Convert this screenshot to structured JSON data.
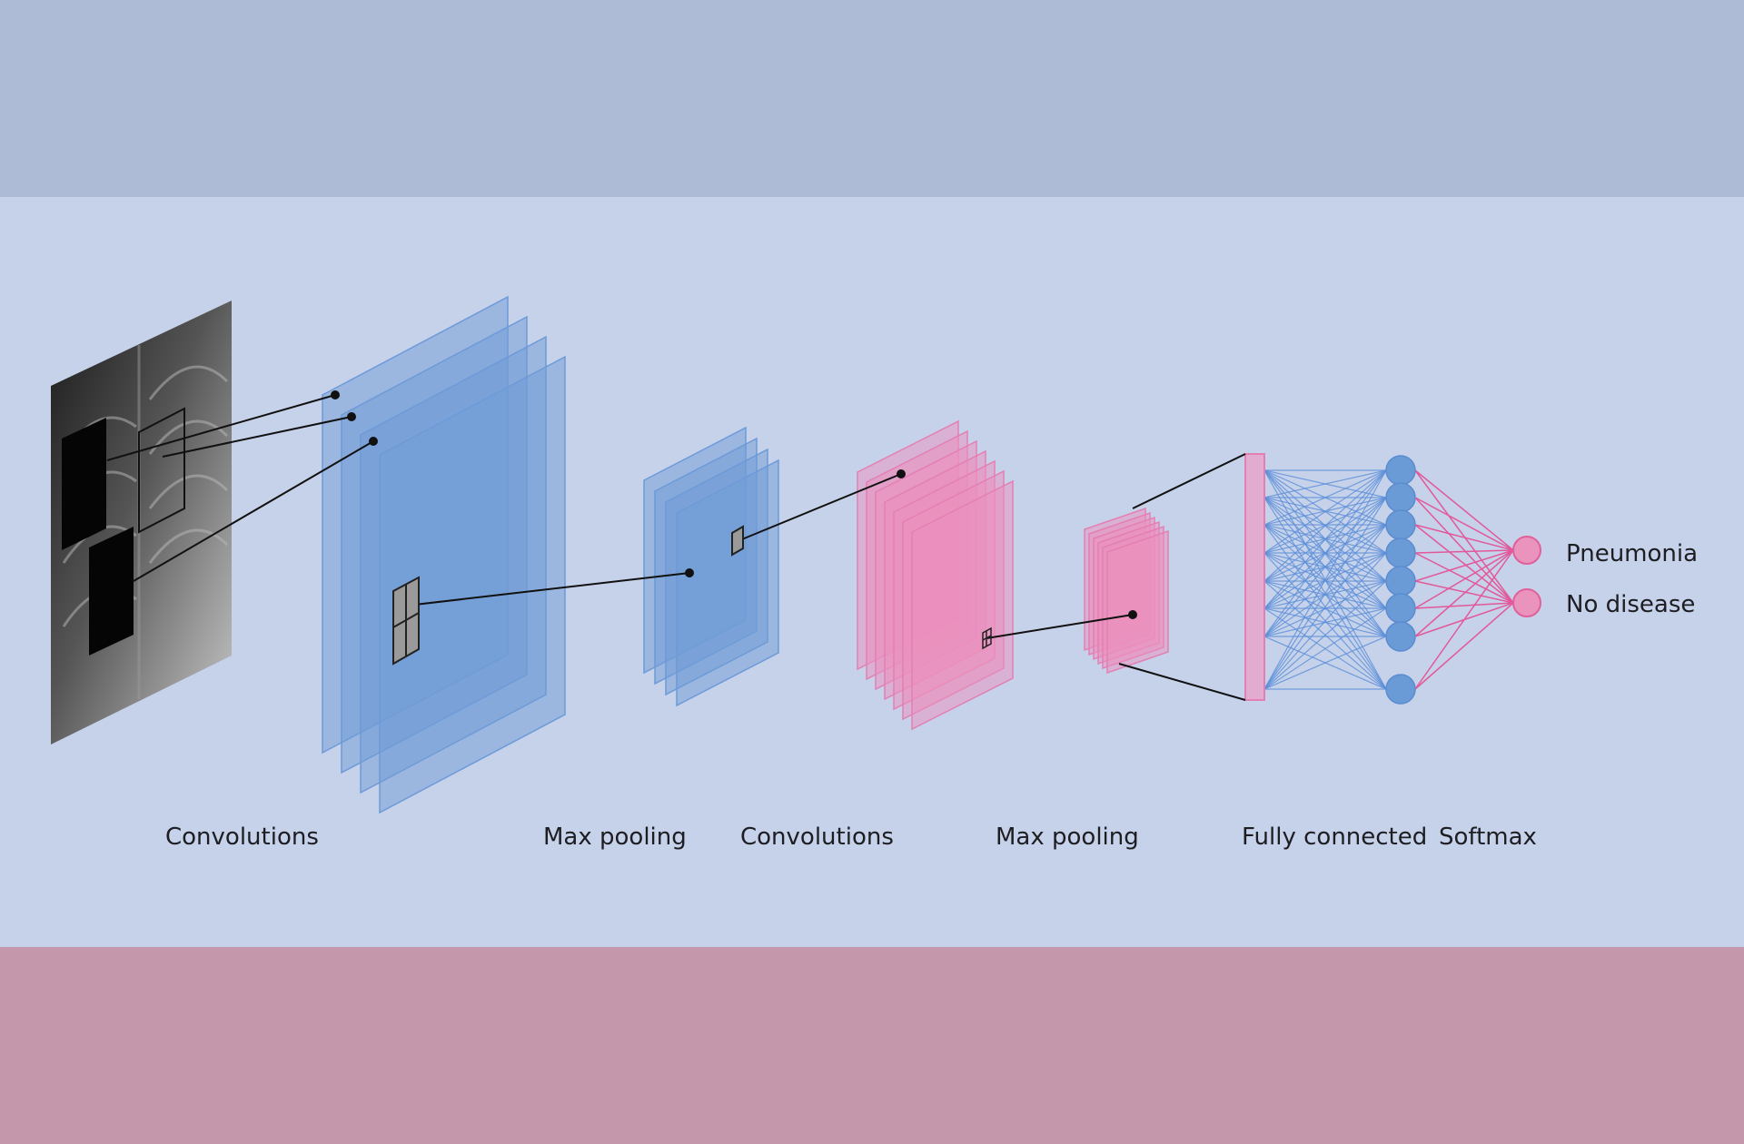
{
  "stage_labels": {
    "conv1": "Convolutions",
    "pool1": "Max pooling",
    "conv2": "Convolutions",
    "pool2": "Max pooling",
    "fc": "Fully connected",
    "softmax": "Softmax"
  },
  "outputs": [
    "Pneumonia",
    "No disease"
  ],
  "colors": {
    "blue_layer": "#6f9bd6",
    "pink_layer": "#ec8fbd",
    "blue_node": "#6b9bd6",
    "pink_node": "#ea93bd",
    "blue_edge": "#5b8fd8",
    "pink_edge": "#e2589a"
  },
  "layer_counts": {
    "conv1": 4,
    "pool1": 4,
    "conv2": 7,
    "pool2": 6,
    "fc_nodes": 8,
    "outputs": 2
  }
}
